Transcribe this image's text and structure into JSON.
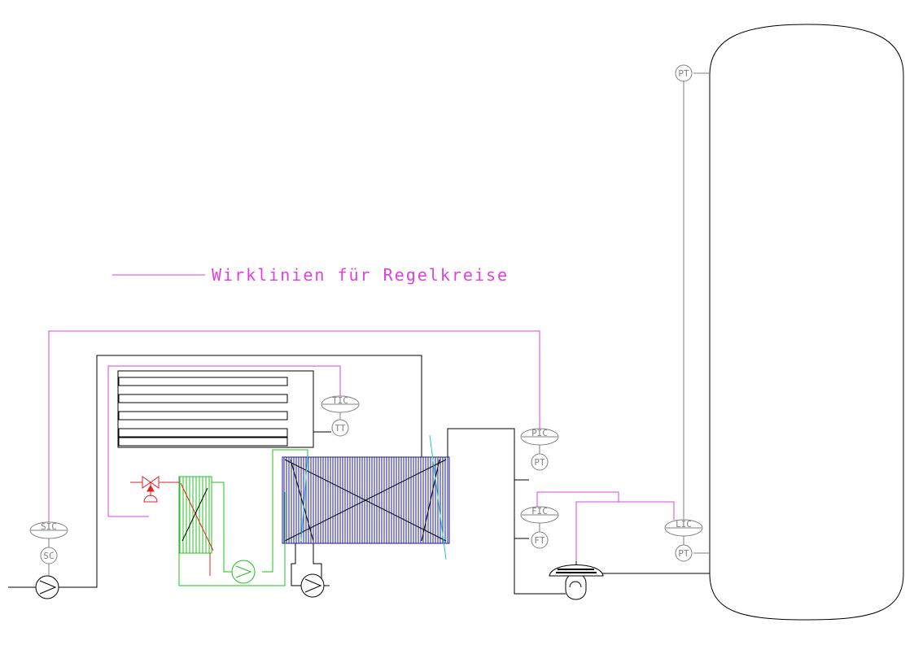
{
  "colors": {
    "background": "#ffffff",
    "process_line": "#000000",
    "control_line": "#e040e0",
    "instrument": "#808080",
    "heat_exchanger": "#1a1a9c",
    "cooling_circuit": "#22c022",
    "valve": "#e02020",
    "cyan_line": "#20c8d8"
  },
  "legend": {
    "text": "Wirklinien für Regelkreise"
  },
  "instruments": {
    "sic": "SIC",
    "sc": "SC",
    "tic": "TIC",
    "tt": "TT",
    "pic": "PIC",
    "pt_mid": "PT",
    "fic": "FIC",
    "ft": "FT",
    "lic": "LIC",
    "pt_bottom": "PT",
    "pt_top": "PT"
  }
}
